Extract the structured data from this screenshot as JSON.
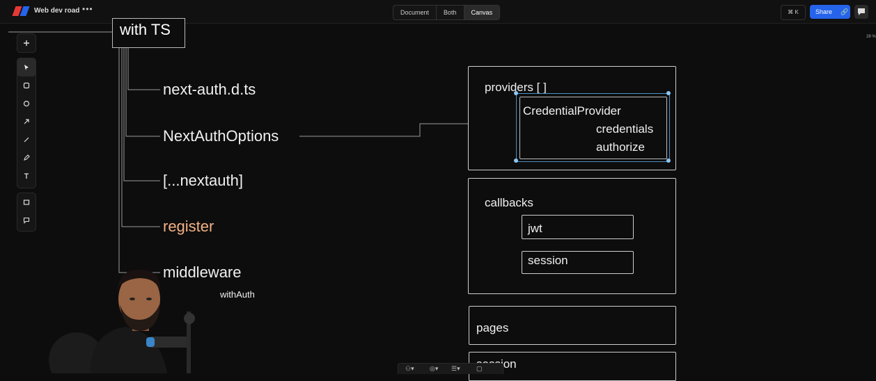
{
  "app": {
    "document_title": "Web dev road",
    "more_icon": "ellipsis-icon",
    "brand_colors": [
      "#2563eb",
      "#e53935"
    ]
  },
  "view_toggle": {
    "options": [
      "Document",
      "Both",
      "Canvas"
    ],
    "selected": "Canvas"
  },
  "header_right": {
    "shortcut_label": "⌘ K",
    "share_label": "Share",
    "share_color": "#2563eb"
  },
  "toolbar": {
    "tools": [
      "add-icon",
      "select-cursor-icon",
      "rectangle-icon",
      "ellipse-icon",
      "arrow-icon",
      "line-icon",
      "pencil-icon",
      "text-icon",
      "frame-icon",
      "comment-icon"
    ]
  },
  "zoom": "28 %",
  "canvas": {
    "title": "with TS",
    "branches": [
      {
        "label": "next-auth.d.ts",
        "color": "#f0f0f0"
      },
      {
        "label": "NextAuthOptions",
        "color": "#f0f0f0"
      },
      {
        "label": "[...nextauth]",
        "color": "#f0f0f0"
      },
      {
        "label": "register",
        "color": "#f4b183"
      },
      {
        "label": "middleware",
        "color": "#f0f0f0"
      }
    ],
    "middleware_sub": "withAuth",
    "providers_panel": {
      "title": "providers [ ]",
      "provider": "CredentialProvider",
      "items": [
        "credentials",
        "authorize"
      ]
    },
    "callbacks_panel": {
      "title": "callbacks",
      "items": [
        "jwt",
        "session"
      ]
    },
    "pages_panel": {
      "title": "pages"
    },
    "session_panel": {
      "title": "session"
    }
  }
}
